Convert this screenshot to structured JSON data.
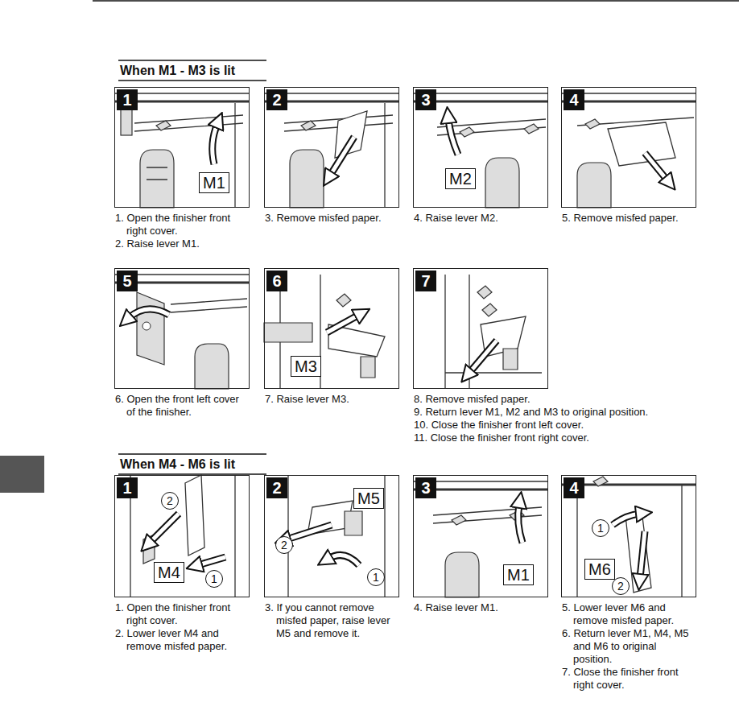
{
  "diagram": {
    "nodes": [
      {
        "text": [
          "1. Open the finisher front right cover.",
          "2. Raise lever M1."
        ]
      },
      {
        "text": [
          "1"
        ],
        "in": 0
      },
      {
        "text": [
          "M1"
        ],
        "in": 0
      },
      {
        "text": [
          "3. Remove misfed paper."
        ]
      },
      {
        "text": [
          "2"
        ],
        "in": 3
      },
      {
        "text": [
          "4. Raise lever M2."
        ]
      },
      {
        "text": [
          "3"
        ],
        "in": 5
      },
      {
        "text": [
          "M2"
        ],
        "in": 5
      },
      {
        "text": [
          "5. Remove misfed paper."
        ]
      },
      {
        "text": [
          "4"
        ],
        "in": 8
      },
      {
        "text": [
          "6. Open the front left cover of the finisher."
        ]
      },
      {
        "text": [
          "5"
        ],
        "in": 10
      },
      {
        "text": [
          "7. Raise lever M3."
        ]
      },
      {
        "text": [
          "6"
        ],
        "in": 12
      },
      {
        "text": [
          "M3"
        ],
        "in": 12
      },
      {
        "text": [
          "8. Remove misfed paper.",
          "9. Return lever M1, M2 and M3 to original position.",
          "10. Close the finisher front left cover.",
          "11. Close the finisher front right cover."
        ]
      },
      {
        "text": [
          "7"
        ],
        "in": 15
      },
      {
        "text": [
          "1. Open the finisher front right cover.",
          "2. Lower lever M4 and remove misfed paper."
        ]
      },
      {
        "text": [
          "1"
        ],
        "in": 17
      },
      {
        "text": [
          "2"
        ],
        "in": 17
      },
      {
        "text": [
          "M4"
        ],
        "in": 17
      },
      {
        "text": [
          "1"
        ],
        "in": 17
      },
      {
        "text": [
          "3. If you cannot remove misfed paper, raise lever M5 and remove it."
        ]
      },
      {
        "text": [
          "2"
        ],
        "in": 22
      },
      {
        "text": [
          "M5"
        ],
        "in": 22
      },
      {
        "text": [
          "2"
        ],
        "in": 22
      },
      {
        "text": [
          "1"
        ],
        "in": 22
      },
      {
        "text": [
          "4. Raise lever M1."
        ]
      },
      {
        "text": [
          "3"
        ],
        "in": 27
      },
      {
        "text": [
          "M1"
        ],
        "in": 27
      },
      {
        "text": [
          "5. Lower lever M6 and remove misfed paper.",
          "6. Return lever M1, M4, M5 and M6 to original position.",
          "7. Close the finisher front right cover."
        ]
      },
      {
        "text": [
          "4"
        ],
        "in": 30
      },
      {
        "text": [
          "1"
        ],
        "in": 30
      },
      {
        "text": [
          "M6"
        ],
        "in": 30
      },
      {
        "text": [
          "2"
        ],
        "in": 30
      }
    ],
    "labels": [
      "When M1 - M3 is lit",
      "When M4 - M6 is lit"
    ]
  }
}
